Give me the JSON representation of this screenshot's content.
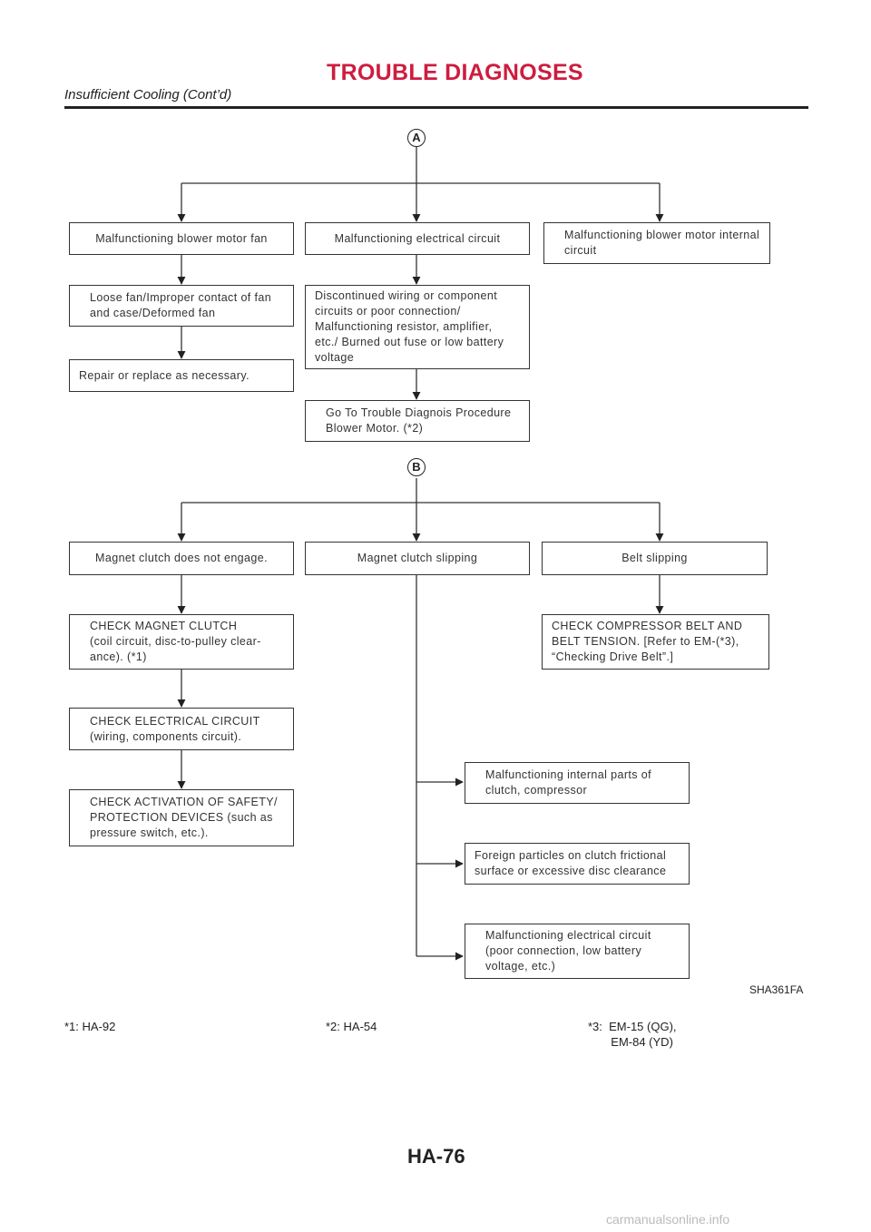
{
  "header": {
    "title": "TROUBLE DIAGNOSES",
    "subtitle": "Insufficient Cooling (Cont’d)"
  },
  "connectors": {
    "a": "A",
    "b": "B"
  },
  "section_a": {
    "col1": [
      "Malfunctioning blower motor fan",
      "Loose fan/Improper contact of fan\nand case/Deformed fan",
      "Repair or replace as necessary."
    ],
    "col2": [
      "Malfunctioning electrical circuit",
      "Discontinued wiring or component\ncircuits or poor connection/\nMalfunctioning resistor, amplifier,\netc./ Burned out fuse or low battery\nvoltage",
      "Go To Trouble Diagnois Procedure\nBlower Motor. (*2)"
    ],
    "col3": [
      "Malfunctioning blower motor internal\ncircuit"
    ]
  },
  "section_b": {
    "col1": [
      "Magnet clutch does not engage.",
      "CHECK MAGNET CLUTCH\n(coil circuit, disc-to-pulley clear-\nance). (*1)",
      "CHECK ELECTRICAL CIRCUIT\n(wiring, components circuit).",
      "CHECK ACTIVATION OF SAFETY/\nPROTECTION DEVICES (such as\npressure switch, etc.)."
    ],
    "col2": [
      "Magnet clutch slipping",
      "Malfunctioning internal parts of\nclutch, compressor",
      "Foreign particles on clutch frictional\nsurface or excessive disc clearance",
      "Malfunctioning electrical circuit\n(poor connection, low battery\nvoltage, etc.)"
    ],
    "col3": [
      "Belt slipping",
      "CHECK COMPRESSOR BELT AND\nBELT TENSION. [Refer to EM-(*3),\n“Checking Drive Belt”.]"
    ]
  },
  "figure_code": "SHA361FA",
  "notes": {
    "n1": "*1:  HA-92",
    "n2": "*2:  HA-54",
    "n3": "*3:  EM-15 (QG),\n       EM-84 (YD)"
  },
  "page_number": "HA-76",
  "watermark": "carmanualsonline.info"
}
